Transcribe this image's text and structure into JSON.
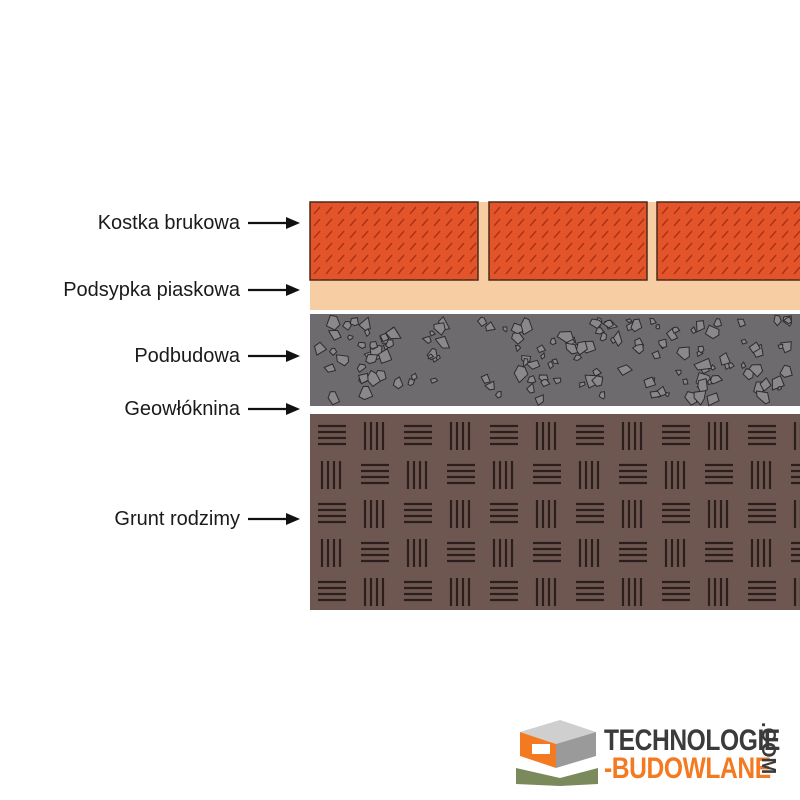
{
  "diagram": {
    "layers": [
      {
        "id": "kostka",
        "label": "Kostka brukowa",
        "color": "#e4542a",
        "pattern": "diagonal-dashes"
      },
      {
        "id": "podsypka",
        "label": "Podsypka piaskowa",
        "color": "#f7cea4",
        "pattern": "none"
      },
      {
        "id": "podbudowa",
        "label": "Podbudowa",
        "color": "#6d6b6e",
        "pattern": "gravel"
      },
      {
        "id": "geowloknina",
        "label": "Geowłóknina",
        "color": "#ffffff",
        "pattern": "dashed-line"
      },
      {
        "id": "grunt",
        "label": "Grunt rodzimy",
        "color": "#6e5750",
        "pattern": "line-blocks"
      }
    ]
  },
  "logo": {
    "line1": "TECHNOLOGIE",
    "line2": "-BUDOWLANE",
    "suffix": ".COM",
    "colors": {
      "orange": "#f47a22",
      "grey": "#3b3b3b",
      "light": "#cfcfcf"
    }
  }
}
